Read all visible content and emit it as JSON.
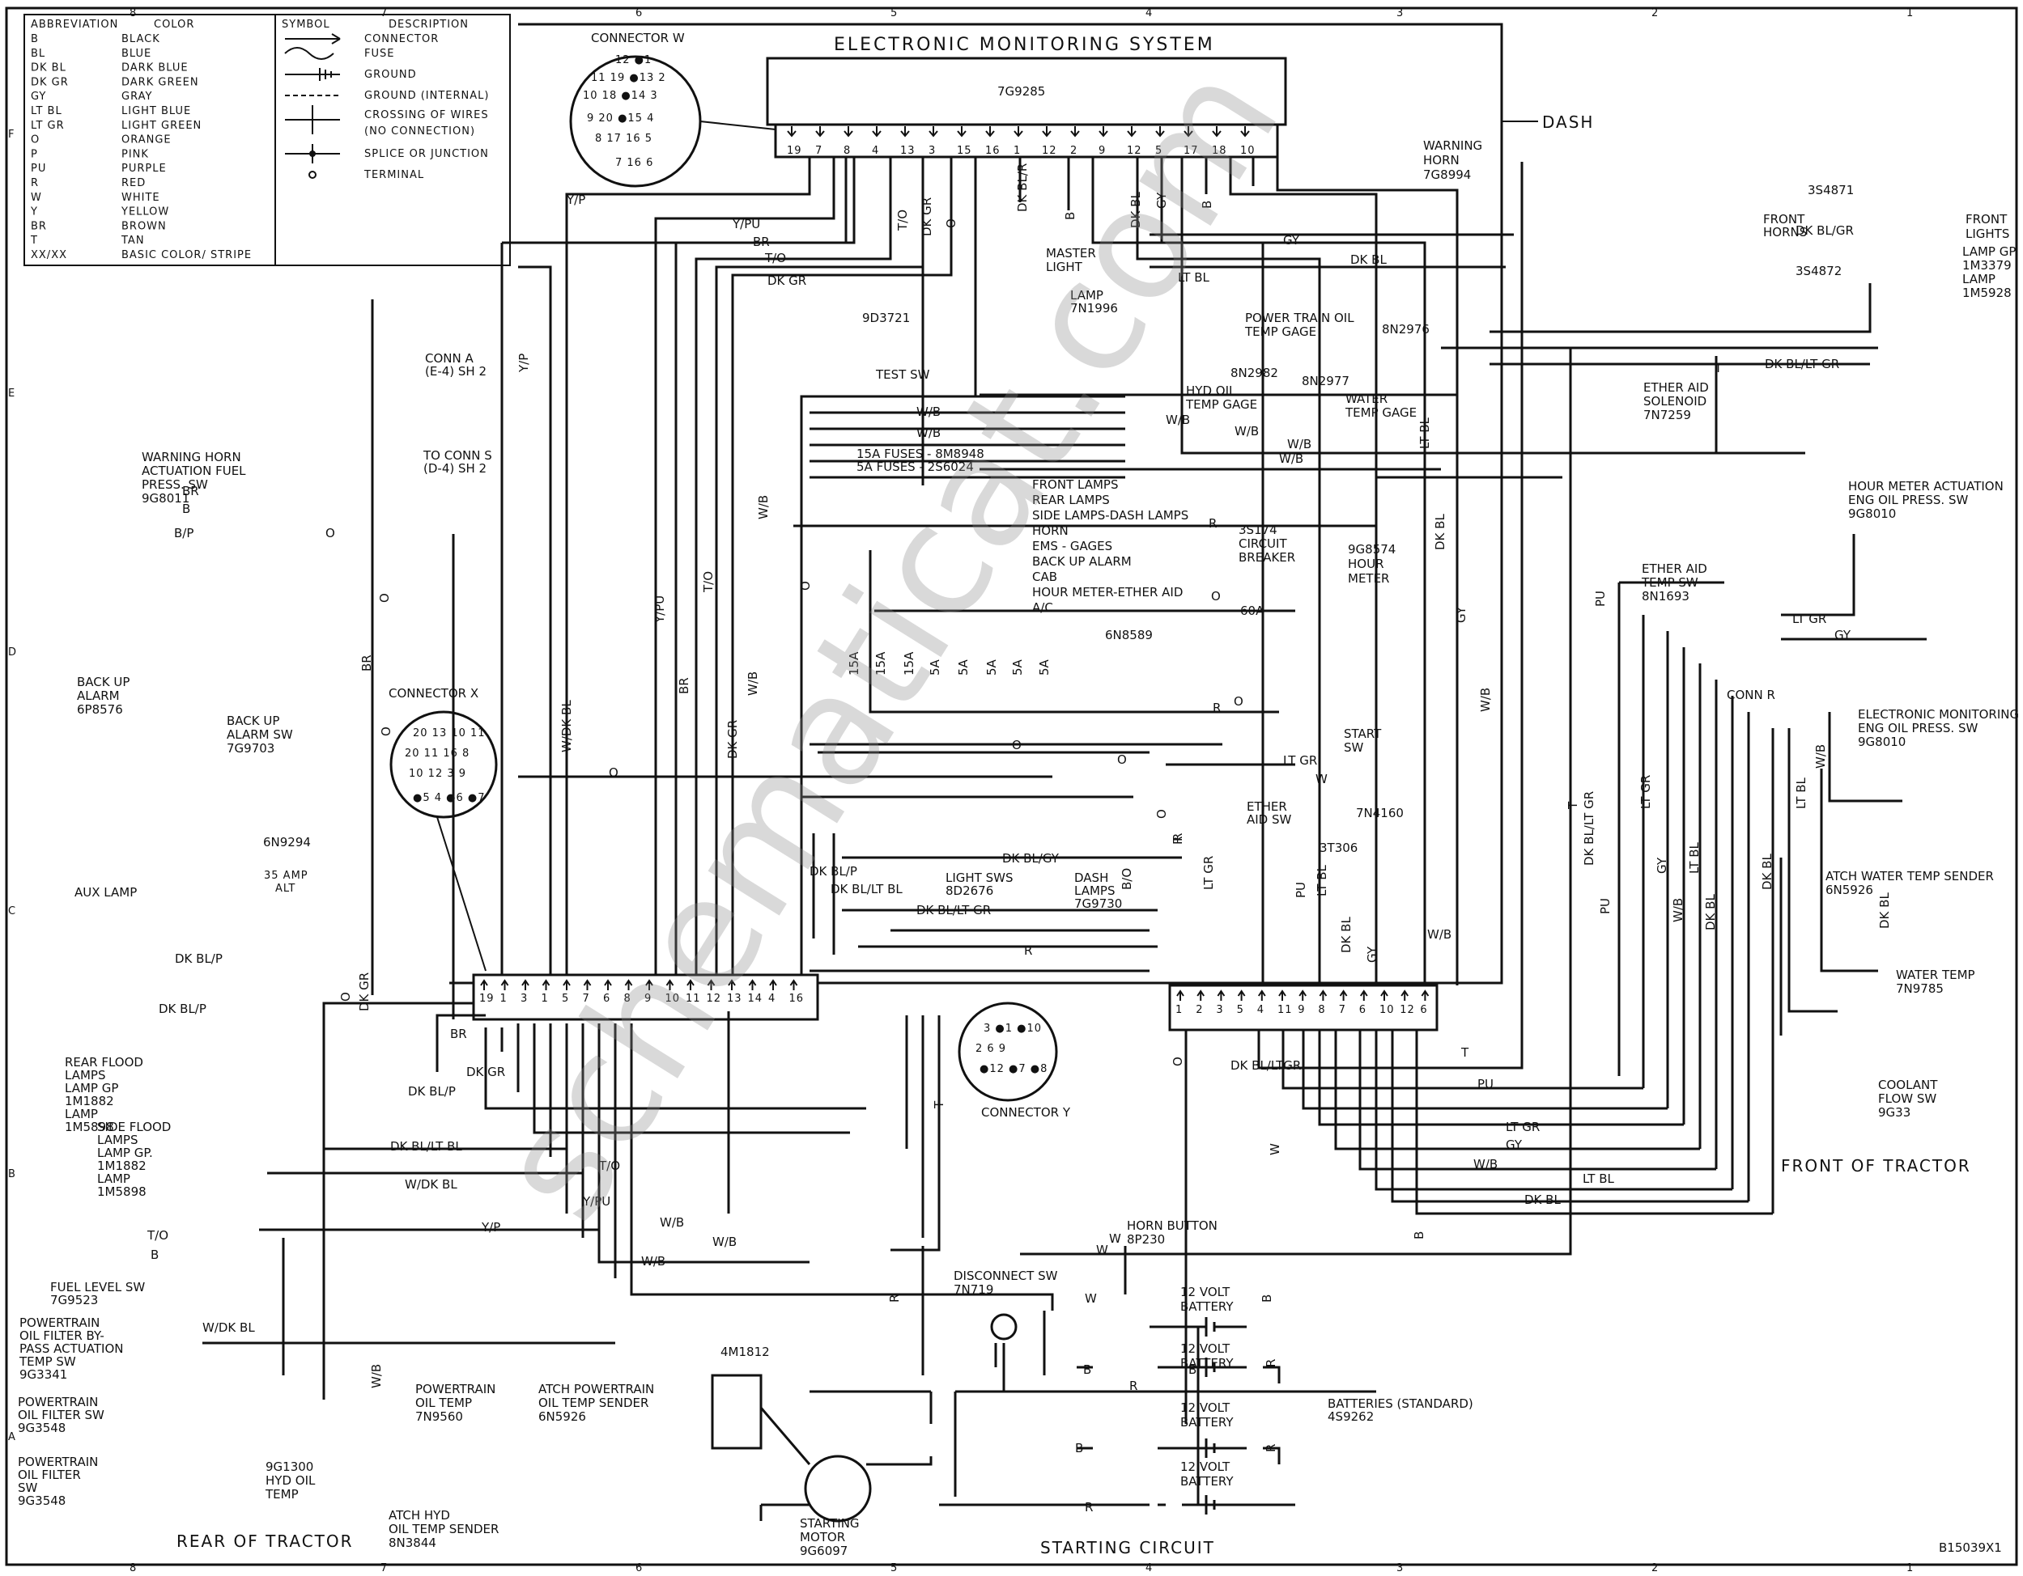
{
  "title": "ELECTRONIC MONITORING SYSTEM",
  "ems_part": "7G9285",
  "dash_label": "DASH",
  "watermark": "schematicat.com",
  "drawing_number": "B15039X1",
  "section_labels": {
    "rear": "REAR OF TRACTOR",
    "front": "FRONT OF TRACTOR",
    "starting": "STARTING CIRCUIT"
  },
  "grid": {
    "columns": [
      "8",
      "7",
      "6",
      "5",
      "4",
      "3",
      "2",
      "1"
    ],
    "rows": [
      "F",
      "E",
      "D",
      "C",
      "B",
      "A"
    ]
  },
  "abbreviation_legend": {
    "header_abbr": "ABBREVIATION",
    "header_color": "COLOR",
    "items": [
      {
        "abbr": "B",
        "color": "BLACK"
      },
      {
        "abbr": "BL",
        "color": "BLUE"
      },
      {
        "abbr": "DK BL",
        "color": "DARK BLUE"
      },
      {
        "abbr": "DK GR",
        "color": "DARK GREEN"
      },
      {
        "abbr": "GY",
        "color": "GRAY"
      },
      {
        "abbr": "LT BL",
        "color": "LIGHT BLUE"
      },
      {
        "abbr": "LT GR",
        "color": "LIGHT GREEN"
      },
      {
        "abbr": "O",
        "color": "ORANGE"
      },
      {
        "abbr": "P",
        "color": "PINK"
      },
      {
        "abbr": "PU",
        "color": "PURPLE"
      },
      {
        "abbr": "R",
        "color": "RED"
      },
      {
        "abbr": "W",
        "color": "WHITE"
      },
      {
        "abbr": "Y",
        "color": "YELLOW"
      },
      {
        "abbr": "BR",
        "color": "BROWN"
      },
      {
        "abbr": "T",
        "color": "TAN"
      },
      {
        "abbr": "XX/XX",
        "color": "BASIC COLOR/ STRIPE"
      }
    ]
  },
  "symbol_legend": {
    "header_symbol": "SYMBOL",
    "header_desc": "DESCRIPTION",
    "items": [
      "CONNECTOR",
      "FUSE",
      "GROUND",
      "GROUND (INTERNAL)",
      "CROSSING OF WIRES",
      "(NO CONNECTION)",
      "SPLICE OR JUNCTION",
      "TERMINAL"
    ]
  },
  "components": {
    "connector_w": "CONNECTOR W",
    "connector_x": "CONNECTOR X",
    "connector_y": "CONNECTOR Y",
    "conn_r": "CONN R",
    "conn_a": [
      "CONN A",
      "(E-4) SH 2"
    ],
    "to_conn_s": [
      "TO CONN S",
      "(D-4) SH 2"
    ],
    "warning_horn": [
      "WARNING",
      "HORN",
      "7G8994"
    ],
    "master_light": [
      "MASTER",
      "LIGHT"
    ],
    "lamp_7n1996": [
      "LAMP",
      "7N1996"
    ],
    "test_sw": [
      "9D3721",
      "TEST SW"
    ],
    "ptrain_oil_gage": [
      "POWER TRAIN OIL",
      "TEMP GAGE",
      "8N2976",
      "8N2977",
      "8N2982"
    ],
    "hyd_oil_gage": [
      "HYD OIL",
      "TEMP GAGE"
    ],
    "water_gage": [
      "WATER",
      "TEMP GAGE"
    ],
    "fuses": [
      "15A FUSES - 8M8948",
      "5A FUSES - 2S6024"
    ],
    "circuit_list": [
      "FRONT LAMPS",
      "REAR LAMPS",
      "SIDE LAMPS-DASH LAMPS",
      "HORN",
      "EMS - GAGES",
      "BACK UP ALARM",
      "CAB",
      "HOUR METER-ETHER AID",
      "A/C"
    ],
    "fuse_ratings": [
      "15A",
      "15A",
      "15A",
      "5A",
      "5A",
      "5A",
      "5A",
      "5A"
    ],
    "circuit_breaker": [
      "3S174",
      "CIRCUIT",
      "BREAKER",
      "60A"
    ],
    "hour_meter": [
      "9G8574",
      "HOUR",
      "METER"
    ],
    "start_sw": [
      "START",
      "SW",
      "7N4160"
    ],
    "ether_aid_sw": [
      "ETHER",
      "AID SW",
      "3T306"
    ],
    "light_sws": [
      "LIGHT SWS",
      "8D2676"
    ],
    "dash_lamps": [
      "DASH",
      "LAMPS",
      "7G9730"
    ],
    "relay_6n8589": "6N8589",
    "warning_horn_sw": [
      "WARNING HORN",
      "ACTUATION FUEL",
      "PRESS. SW",
      "9G8011"
    ],
    "backup_alarm": [
      "BACK UP",
      "ALARM",
      "6P8576"
    ],
    "backup_alarm_sw": [
      "BACK UP",
      "ALARM SW",
      "7G9703"
    ],
    "alternator": [
      "6N9294",
      "35 AMP",
      "ALT"
    ],
    "aux_lamp": "AUX LAMP",
    "rear_flood": [
      "REAR FLOOD",
      "LAMPS",
      "LAMP GP",
      "1M1882",
      "LAMP",
      "1M5898"
    ],
    "side_flood": [
      "SIDE FLOOD",
      "LAMPS",
      "LAMP GP.",
      "1M1882",
      "LAMP",
      "1M5898"
    ],
    "fuel_level_sw": [
      "FUEL LEVEL SW",
      "7G9523"
    ],
    "pt_oil_bypass": [
      "POWERTRAIN",
      "OIL FILTER BY-",
      "PASS ACTUATION",
      "TEMP SW",
      "9G3341"
    ],
    "pt_oil_filter_sw1": [
      "POWERTRAIN",
      "OIL FILTER SW",
      "9G3548"
    ],
    "pt_oil_filter_sw2": [
      "POWERTRAIN",
      "OIL FILTER",
      "SW",
      "9G3548"
    ],
    "hyd_oil_temp": [
      "9G1300",
      "HYD OIL",
      "TEMP"
    ],
    "atch_hyd_sender": [
      "ATCH HYD",
      "OIL TEMP SENDER",
      "8N3844"
    ],
    "pt_oil_temp": [
      "POWERTRAIN",
      "OIL TEMP",
      "7N9560"
    ],
    "atch_pt_sender": [
      "ATCH POWERTRAIN",
      "OIL TEMP SENDER",
      "6N5926"
    ],
    "horn_button": [
      "HORN BUTTON",
      "8P230"
    ],
    "disconnect_sw": [
      "DISCONNECT SW",
      "7N719"
    ],
    "starting_motor": [
      "4M1812",
      "STARTING",
      "MOTOR",
      "9G6097"
    ],
    "battery_label": [
      "12 VOLT",
      "BATTERY"
    ],
    "batteries_std": [
      "BATTERIES (STANDARD)",
      "4S9262"
    ],
    "front_horns": [
      "3S4871",
      "FRONT",
      "HORNS",
      "3S4872"
    ],
    "front_lights": [
      "FRONT",
      "LIGHTS",
      "LAMP GP",
      "1M3379",
      "LAMP",
      "1M5928"
    ],
    "ether_aid_solenoid": [
      "ETHER AID",
      "SOLENOID",
      "7N7259"
    ],
    "ether_aid_temp_sw": [
      "ETHER AID",
      "TEMP SW",
      "8N1693"
    ],
    "hour_meter_act": [
      "HOUR METER ACTUATION",
      "ENG OIL PRESS. SW",
      "9G8010"
    ],
    "ems_oil_press": [
      "ELECTRONIC MONITORING",
      "ENG OIL PRESS. SW",
      "9G8010"
    ],
    "atch_water_temp": [
      "ATCH WATER TEMP SENDER",
      "6N5926"
    ],
    "water_temp": [
      "WATER TEMP",
      "7N9785"
    ],
    "coolant_flow": [
      "COOLANT",
      "FLOW SW",
      "9G33"
    ]
  },
  "ems_pins": [
    "19",
    "7",
    "8",
    "4",
    "13",
    "3",
    "15",
    "16",
    "1",
    "12",
    "2",
    "9",
    "12",
    "5",
    "17",
    "18",
    "10"
  ],
  "left_block_pins": [
    "19",
    "1",
    "3",
    "1",
    "5",
    "7",
    "6",
    "8",
    "9",
    "10",
    "11",
    "12",
    "13",
    "14",
    "4",
    "16"
  ],
  "right_block_pins": [
    "1",
    "2",
    "3",
    "5",
    "4",
    "11",
    "9",
    "8",
    "7",
    "6",
    "10",
    "12",
    "6"
  ],
  "wire_labels": {
    "y_p": "Y/P",
    "y_pu": "Y/PU",
    "br": "BR",
    "t_o": "T/O",
    "dk_gr": "DK GR",
    "o": "O",
    "dk_bl_r": "DK BL/R",
    "b": "B",
    "dk_bl": "DK BL",
    "gy": "GY",
    "lt_bl": "LT BL",
    "w_b": "W/B",
    "t": "T",
    "dk_bl_lt_gr": "DK BL/LT GR",
    "r": "R",
    "lt_gr": "LT GR",
    "w": "W",
    "pu": "PU",
    "b_p": "B/P",
    "dk_bl_p": "DK BL/P",
    "w_dk_bl": "W/DK BL",
    "dk_bl_lt_bl": "DK BL/LT BL",
    "dk_bl_gy": "DK BL/GY",
    "b_o": "B/O",
    "dk_bl_gr": "DK BL/GR",
    "lt_gr_gy": "LT GR",
    "dk_bl_ltgr": "DK BL/LTGR"
  }
}
